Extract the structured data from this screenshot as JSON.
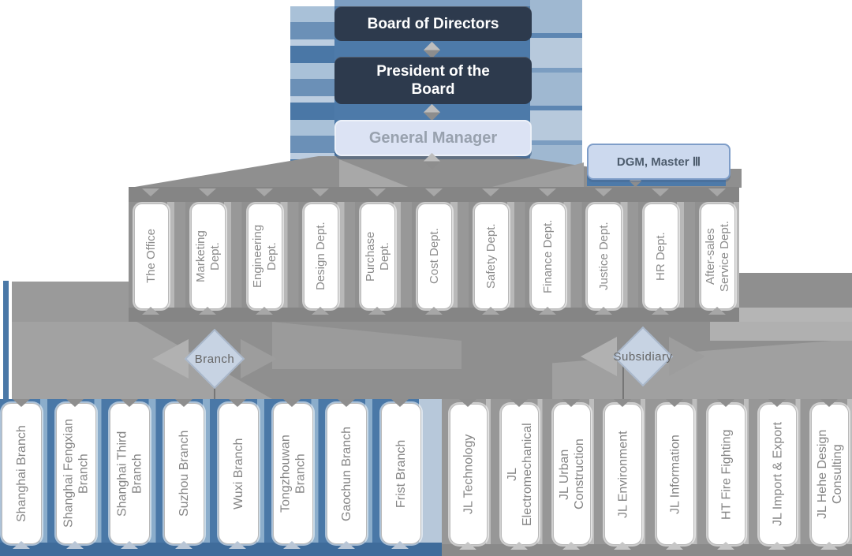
{
  "title_boxes": {
    "board": "Board of Directors",
    "president": "President of the\nBoard",
    "general_manager": "General Manager",
    "dgm": "DGM, Master Ⅲ"
  },
  "departments": [
    "The Office",
    "Marketing\nDept.",
    "Engineering\nDept.",
    "Design Dept.",
    "Purchase\nDept.",
    "Cost Dept.",
    "Safety Dept.",
    "Finance Dept.",
    "Justice Dept.",
    "HR Dept.",
    "After-sales\nService Dept."
  ],
  "branch_group": {
    "label": "Branch",
    "items": [
      "Shanghai Branch",
      "Shanghai Fengxian\nBranch",
      "Shanghai Third\nBranch",
      "Suzhou Branch",
      "Wuxi Branch",
      "Tongzhouwan\nBranch",
      "Gaochun Branch",
      "Frist Branch"
    ]
  },
  "subsidiary_group": {
    "label": "Subsidiary",
    "items": [
      "JL Technology",
      "JL\nElectromechanical",
      "JL Urban\nConstruction",
      "JL Environment",
      "JL Information",
      "HT Fire Fighting",
      "JL Import & Export",
      "JL Hehe Design\nConsulting"
    ]
  },
  "colors": {
    "navy_box": "#2d3a4d",
    "steel_blue": "#4a78a7",
    "light_blue_box": "#ccd9ee",
    "pale_box": "#dce3f4",
    "connector_gray": "#8f8f8f",
    "box_text_gray": "#8c8c8c"
  }
}
